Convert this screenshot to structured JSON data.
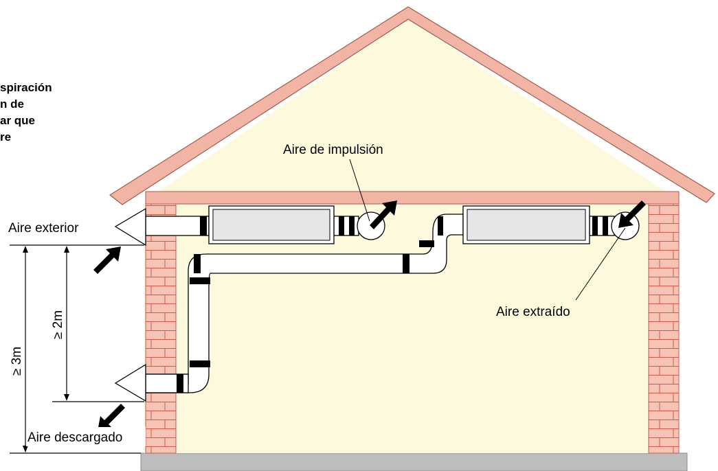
{
  "note": {
    "lines": [
      "spiración",
      "n de",
      "ar que",
      "re"
    ]
  },
  "labels": {
    "supply_air": "Aire de impulsión",
    "outdoor_air": "Aire exterior",
    "extract_air": "Aire extraído",
    "exhaust_air": "Aire descargado",
    "dim_2m": "≥ 2m",
    "dim_3m": "≥ 3m"
  },
  "colors": {
    "roof": "#f2b5a5",
    "wall_fill": "#fdf9dd",
    "brick": "#f6c3b4",
    "brick_line": "#c9594a",
    "duct": "#ffffff",
    "unit": "#e6e6e6",
    "floor": "#bdbdbd",
    "arrow": "#000000"
  }
}
